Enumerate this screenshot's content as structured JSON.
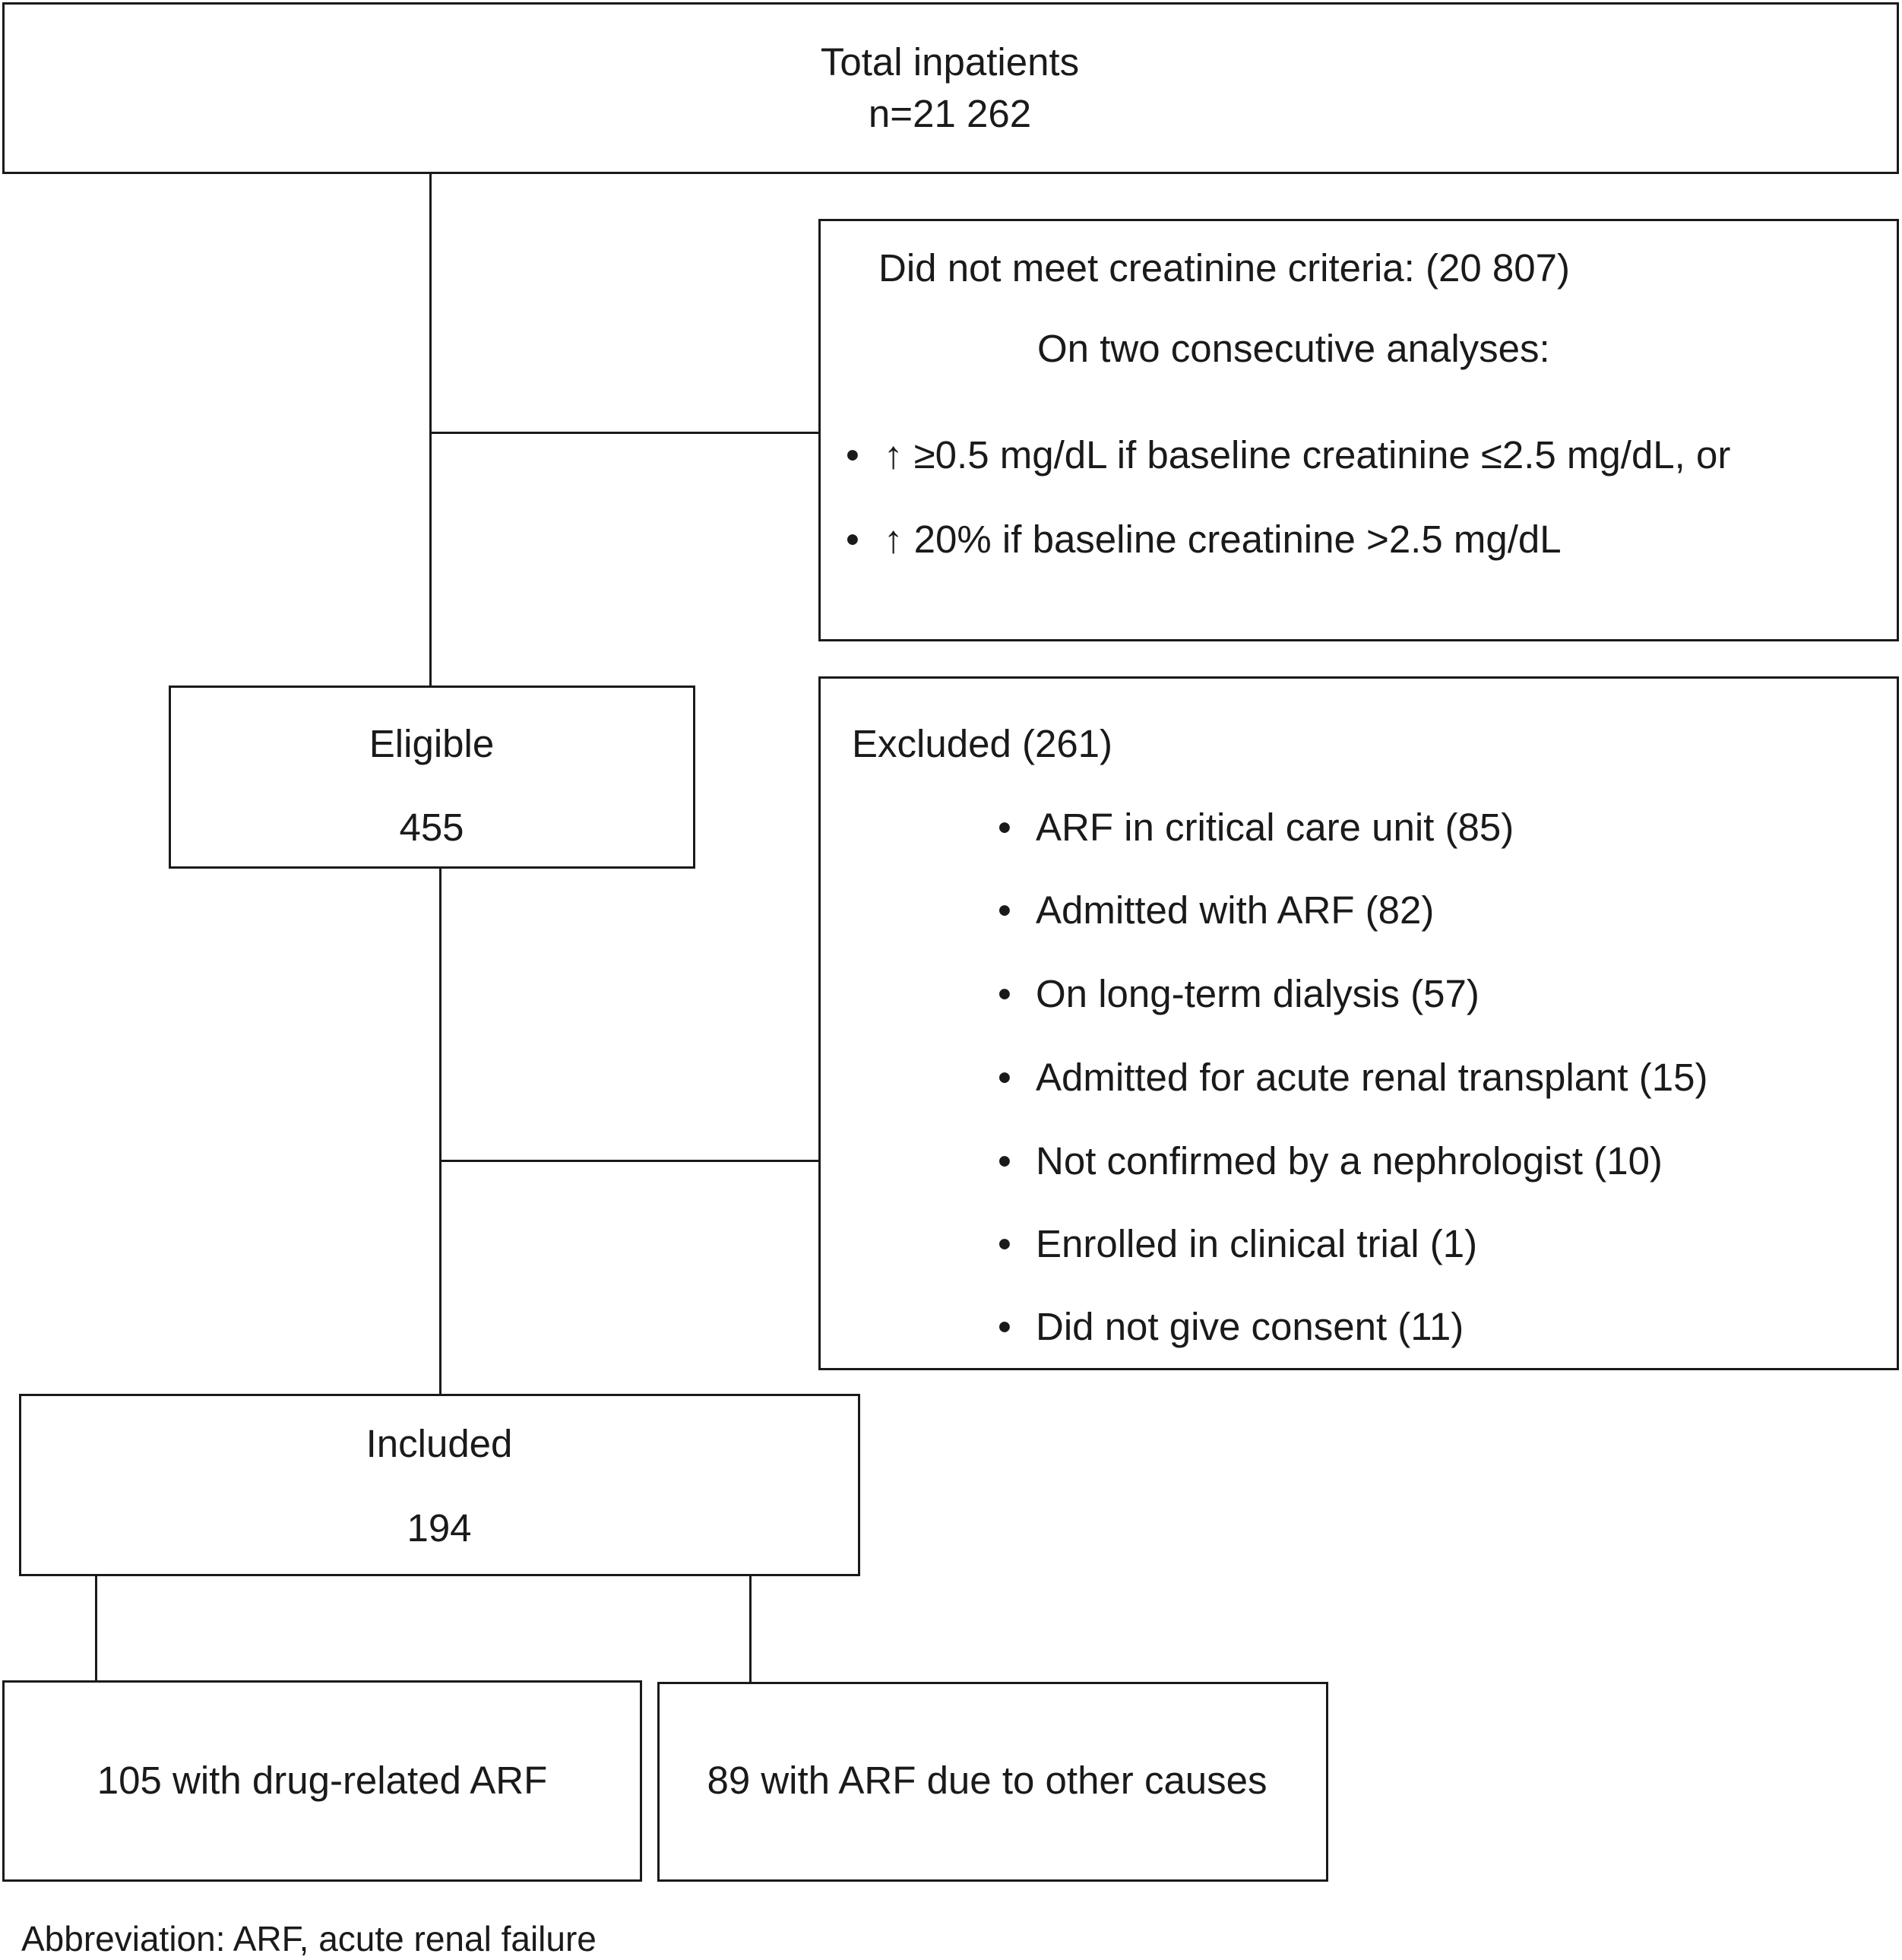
{
  "total": {
    "label": "Total inpatients",
    "count": "n=21 262"
  },
  "not_meet": {
    "title": "Did not meet creatinine criteria: (20 807)",
    "subtitle": "On two consecutive analyses:",
    "items": [
      "↑ ≥0.5 mg/dL if baseline creatinine ≤2.5 mg/dL, or",
      "↑ 20% if baseline creatinine >2.5 mg/dL"
    ]
  },
  "eligible": {
    "label": "Eligible",
    "count": "455"
  },
  "excluded": {
    "title": "Excluded (261)",
    "items": [
      "ARF in critical care unit (85)",
      "Admitted with ARF (82)",
      "On long-term dialysis (57)",
      "Admitted for acute renal transplant (15)",
      "Not confirmed by a nephrologist (10)",
      "Enrolled in clinical trial (1)",
      "Did not give consent (11)"
    ]
  },
  "included": {
    "label": "Included",
    "count": "194"
  },
  "drug_related": {
    "label": "105 with drug-related ARF"
  },
  "other_causes": {
    "label": "89 with ARF due to other causes"
  },
  "footnote": "Abbreviation: ARF, acute renal failure",
  "bullet_symbol": "•"
}
